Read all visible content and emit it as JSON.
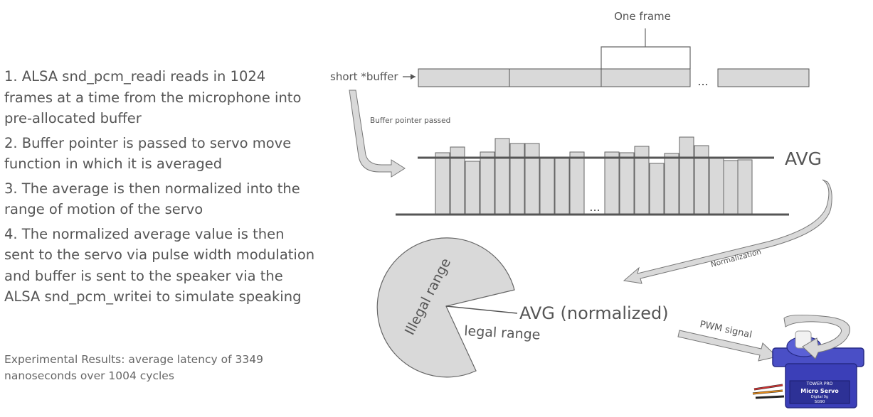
{
  "steps": [
    "1. ALSA snd_pcm_readi reads in 1024 frames at a time from the microphone into pre-allocated buffer",
    "2. Buffer pointer is passed to servo move function in which it is averaged",
    "3. The average is then normalized into the range of motion of the servo",
    "4. The normalized average value is then sent to the servo via pulse width modulation and buffer is sent to the speaker via the ALSA snd_pcm_writei to simulate speaking"
  ],
  "results": "Experimental Results: average latency of 3349 nanoseconds over 1004 cycles",
  "diagram": {
    "frame_label": "One frame",
    "buffer_label": "short *buffer",
    "buffer_ellipsis": "...",
    "pointer_label": "Buffer pointer passed",
    "avg_label": "AVG",
    "bars_ellipsis": "...",
    "normalization_label": "Normalization",
    "illegal_label": "Illegal range",
    "legal_label": "legal range",
    "avg_normalized_label": "AVG (normalized)",
    "pwm_label": "PWM signal",
    "servo_brand": "TOWER PRO",
    "servo_name": "Micro Servo",
    "servo_sub": "Digital 9g",
    "servo_model": "SG90"
  },
  "colors": {
    "text": "#595959",
    "box_fill": "#d9d9d9",
    "box_stroke": "#666666",
    "servo_blue": "#3b3fb8"
  }
}
